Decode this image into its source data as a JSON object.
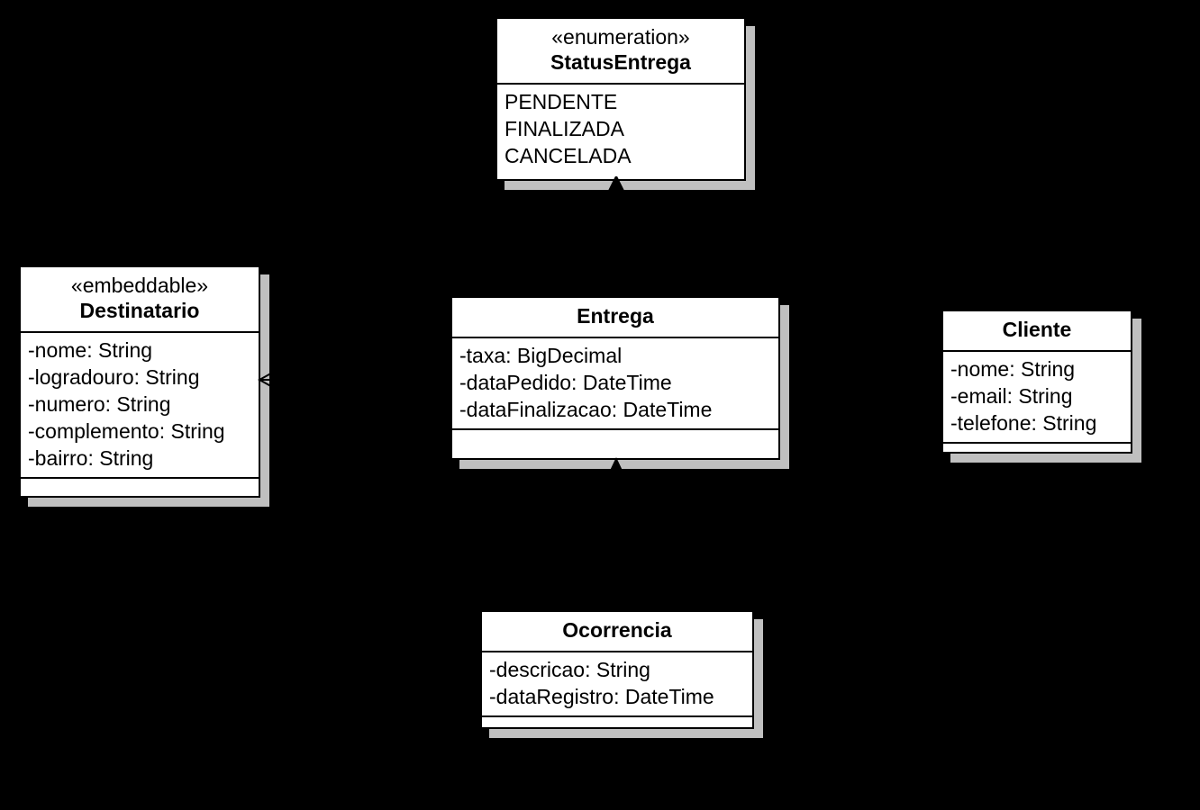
{
  "diagram": {
    "kind": "uml-class-diagram",
    "background_color": "#000000",
    "box_fill_color": "#ffffff",
    "box_border_color": "#000000",
    "shadow_color": "#c0c0c0"
  },
  "classes": {
    "status_entrega": {
      "stereotype": "«enumeration»",
      "name": "StatusEntrega",
      "attributes": [
        "PENDENTE",
        "FINALIZADA",
        "CANCELADA"
      ],
      "operations": [],
      "has_operations_compartment": false
    },
    "destinatario": {
      "stereotype": "«embeddable»",
      "name": "Destinatario",
      "attributes": [
        "-nome: String",
        "-logradouro: String",
        "-numero: String",
        "-complemento: String",
        "-bairro: String"
      ],
      "operations": [],
      "has_operations_compartment": true
    },
    "entrega": {
      "stereotype": "",
      "name": "Entrega",
      "attributes": [
        "-taxa: BigDecimal",
        "-dataPedido: DateTime",
        "-dataFinalizacao: DateTime"
      ],
      "operations": [],
      "has_operations_compartment": true
    },
    "cliente": {
      "stereotype": "",
      "name": "Cliente",
      "attributes": [
        "-nome: String",
        "-email: String",
        "-telefone: String"
      ],
      "operations": [],
      "has_operations_compartment": true
    },
    "ocorrencia": {
      "stereotype": "",
      "name": "Ocorrencia",
      "attributes": [
        "-descricao: String",
        "-dataRegistro: DateTime"
      ],
      "operations": [],
      "has_operations_compartment": true
    }
  },
  "relationships": [
    {
      "id": "entrega-status",
      "from": "entrega",
      "to": "status_entrega",
      "arrow": "hollow-triangle-up",
      "label": ""
    },
    {
      "id": "ocorrencia-entrega",
      "from": "ocorrencia",
      "to": "entrega",
      "arrow": "solid-triangle-up",
      "label": ""
    },
    {
      "id": "entrega-destinatario",
      "from": "entrega",
      "to": "destinatario",
      "arrow": "open-arrow-left",
      "label": ""
    },
    {
      "id": "entrega-cliente",
      "from": "entrega",
      "to": "cliente",
      "arrow": "none",
      "label": ""
    }
  ]
}
